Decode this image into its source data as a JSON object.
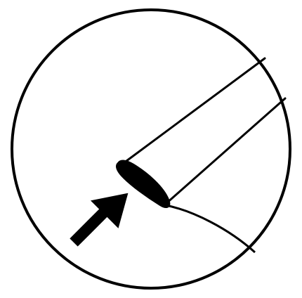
{
  "diagram": {
    "colors": {
      "background": "#ffffff",
      "stroke": "#000000",
      "fill": "#000000"
    },
    "icons": {
      "frame": "circle-frame",
      "subject": "tube-end-with-filled-tip",
      "pointer": "arrow-pointing-to-tip"
    }
  }
}
